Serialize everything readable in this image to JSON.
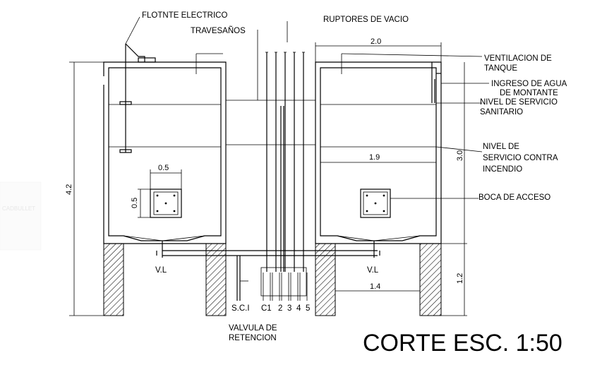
{
  "labels": {
    "flotante": "FLOTNTE ELECTRICO",
    "travesanos": "TRAVESAÑOS",
    "ruptores": "RUPTORES DE VACIO",
    "ventilacion_1": "VENTILACION DE",
    "ventilacion_2": "TANQUE",
    "ingreso_1": "INGRESO DE AGUA",
    "ingreso_2": "DE MONTANTE",
    "nivel_sanitario_1": "NIVEL DE SERVICIO",
    "nivel_sanitario_2": "SANITARIO",
    "nivel_incendio_1": "NIVEL DE",
    "nivel_incendio_2": "SERVICIO CONTRA",
    "nivel_incendio_3": "INCENDIO",
    "boca": "BOCA DE ACCESO",
    "valvula_1": "VALVULA DE",
    "valvula_2": "RETENCION",
    "vl_left": "V.L",
    "vl_right": "V.L",
    "sci": "S.C.I",
    "pipes": [
      "C1",
      "2",
      "3",
      "4",
      "5"
    ]
  },
  "dimensions": {
    "width_top": "2.0",
    "height_total": "4.2",
    "height_tank": "3.0",
    "height_base": "1.2",
    "inner_width": "1.9",
    "base_gap": "1.4",
    "access_w": "0.5",
    "access_h": "0.5"
  },
  "title": "CORTE ESC. 1:50",
  "faint_text": "CADBULLET"
}
